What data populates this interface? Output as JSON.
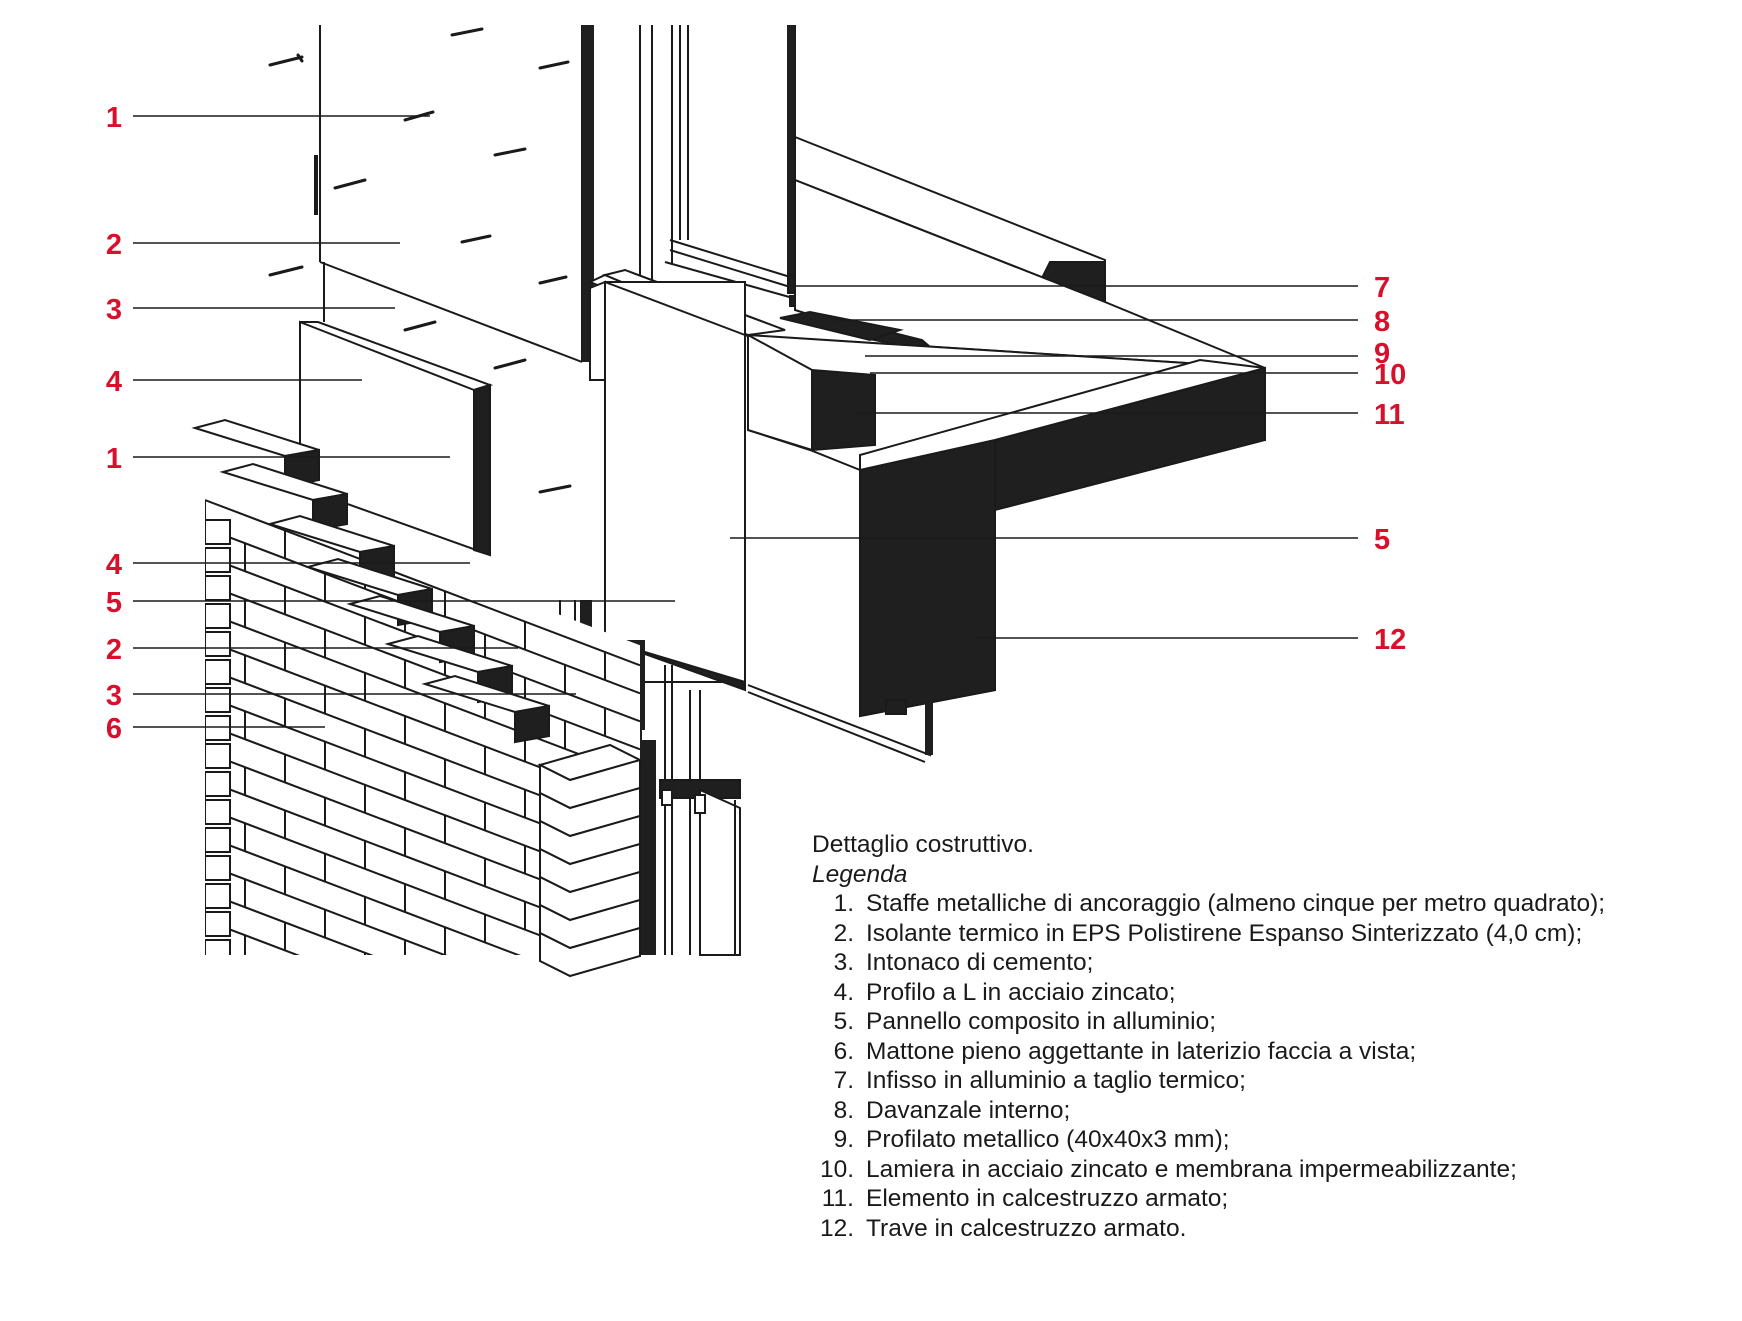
{
  "colors": {
    "callout": "#d9102c",
    "line": "#1a1a1a",
    "fill_dark": "#1f1f1f",
    "paper": "#ffffff"
  },
  "callouts_left": [
    "1",
    "2",
    "3",
    "4",
    "1",
    "4",
    "5",
    "2",
    "3",
    "6"
  ],
  "callouts_right": [
    "7",
    "8",
    "9",
    "10",
    "11",
    "5",
    "12"
  ],
  "legend": {
    "caption": "Dettaglio costruttivo.",
    "heading": "Legenda",
    "items": [
      {
        "num": "1.",
        "text": "Staffe metalliche di ancoraggio (almeno cinque per metro quadrato);"
      },
      {
        "num": "2.",
        "text": "Isolante termico in EPS Polistirene Espanso Sinterizzato (4,0 cm);"
      },
      {
        "num": "3.",
        "text": "Intonaco di cemento;"
      },
      {
        "num": "4.",
        "text": "Profilo a L in acciaio zincato;"
      },
      {
        "num": "5.",
        "text": "Pannello composito in alluminio;"
      },
      {
        "num": "6.",
        "text": "Mattone pieno aggettante in laterizio faccia a vista;"
      },
      {
        "num": "7.",
        "text": "Infisso in alluminio a taglio termico;"
      },
      {
        "num": "8.",
        "text": "Davanzale interno;"
      },
      {
        "num": "9.",
        "text": "Profilato metallico (40x40x3 mm);"
      },
      {
        "num": "10.",
        "text": "Lamiera in acciaio zincato e membrana impermeabilizzante;"
      },
      {
        "num": "11.",
        "text": "Elemento in calcestruzzo armato;"
      },
      {
        "num": "12.",
        "text": "Trave in calcestruzzo armato."
      }
    ]
  }
}
